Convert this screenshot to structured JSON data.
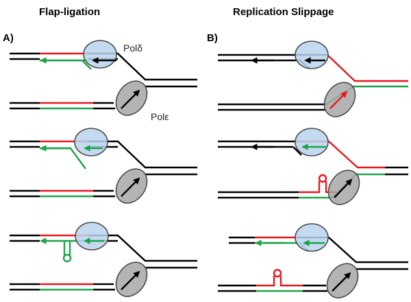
{
  "titles": {
    "left": "Flap-ligation",
    "right": "Replication Slippage"
  },
  "panels": {
    "a": "A)",
    "b": "B)"
  },
  "enzymes": {
    "delta": "Polδ",
    "epsilon": "Polε"
  },
  "colors": {
    "template": "#000000",
    "red_strand": "#e8171e",
    "green_strand": "#1ea34a",
    "pol_delta": "#b8d4ee",
    "pol_epsilon": "#a7a7a7"
  }
}
